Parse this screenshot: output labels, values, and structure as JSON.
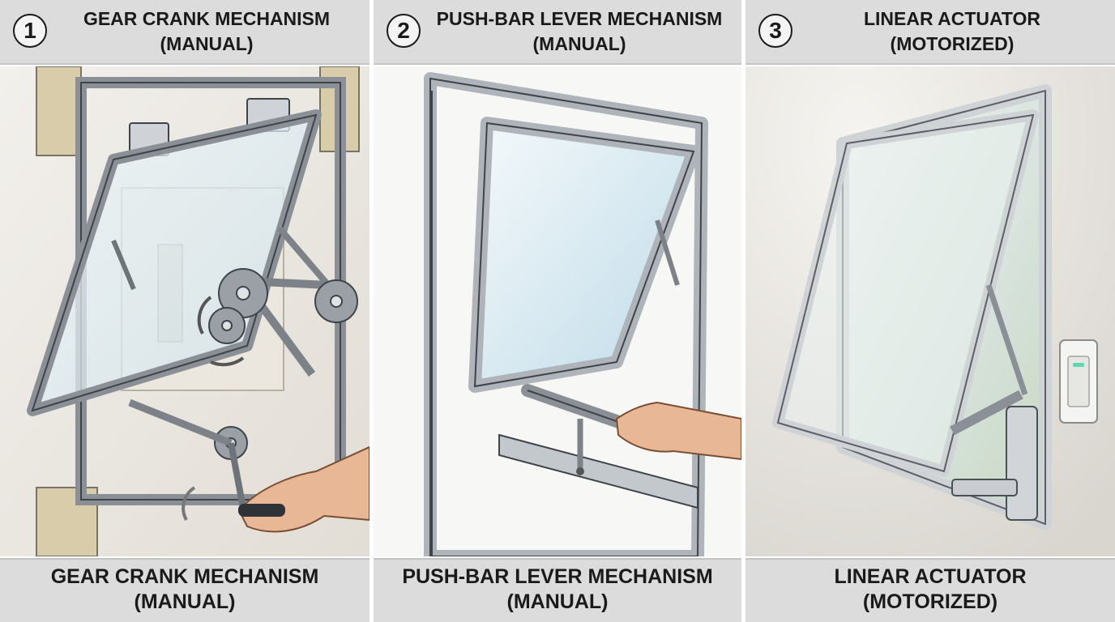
{
  "panels": [
    {
      "number": "1",
      "header_title_line1": "GEAR CRANK MECHANISM",
      "header_title_line2": "(MANUAL)",
      "footer_title_line1": "GEAR CRANK MECHANISM",
      "footer_title_line2": "(MANUAL)"
    },
    {
      "number": "2",
      "header_title_line1": "PUSH-BAR LEVER MECHANISM",
      "header_title_line2": "(MANUAL)",
      "footer_title_line1": "PUSH-BAR LEVER MECHANISM",
      "footer_title_line2": "(MANUAL)"
    },
    {
      "number": "3",
      "header_title_line1": "LINEAR ACTUATOR",
      "header_title_line2": "(MOTORIZED)",
      "footer_title_line1": "LINEAR ACTUATOR",
      "footer_title_line2": "(MOTORIZED)"
    }
  ],
  "colors": {
    "band": "#dcdcdc",
    "text": "#1a1a1a",
    "frame": "#b9bec4",
    "glass": "#d6e9f2",
    "skin": "#e8b896"
  }
}
